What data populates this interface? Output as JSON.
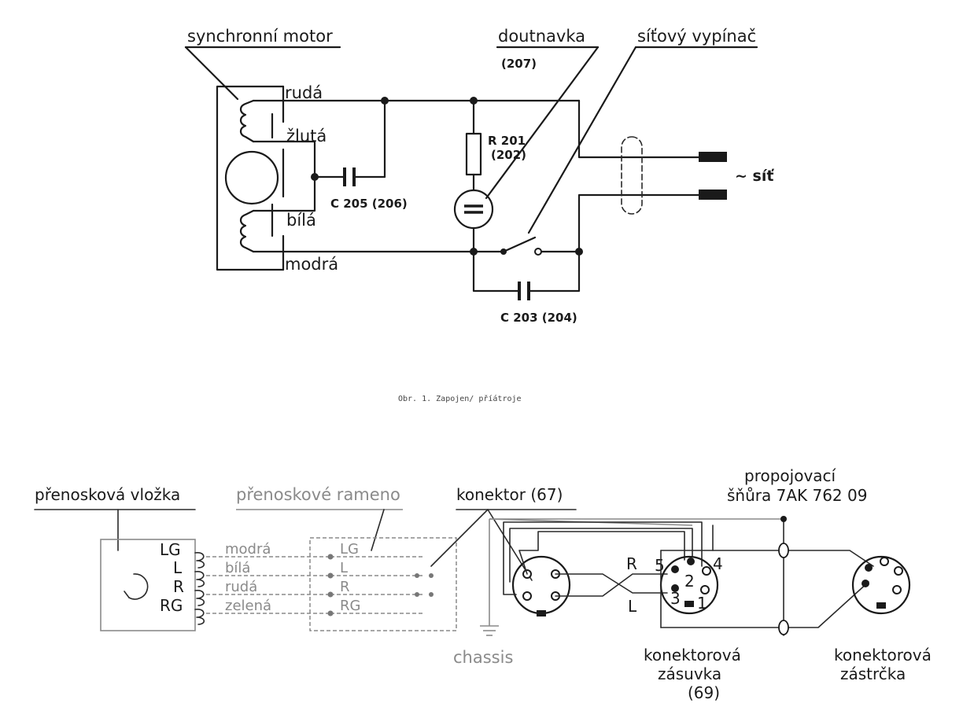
{
  "top": {
    "synchronni_motor": "synchronní motor",
    "doutnavka": "doutnavka",
    "doutnavka_ref": "(207)",
    "sitovy_vypinac": "síťový vypínač",
    "ruda": "rudá",
    "zluta": "žlutá",
    "bila": "bílá",
    "modra": "modrá",
    "c205": "C 205 (206)",
    "r201": "R 201",
    "r201_ref": "(202)",
    "c203": "C 203 (204)",
    "sit": "~ síť"
  },
  "caption": "Obr. 1. Zapojen/ příátroje",
  "bottom": {
    "prenoskova_vlozka": "přenosková vložka",
    "prenoskove_rameno": "přenoskové rameno",
    "konektor": "konektor (67)",
    "propojovaci_1": "propojovací",
    "propojovaci_2": "šňůra 7AK 762 09",
    "pin_lg": "LG",
    "pin_l": "L",
    "pin_r": "R",
    "pin_rg": "RG",
    "wire_modra": "modrá",
    "wire_bila": "bílá",
    "wire_ruda": "rudá",
    "wire_zelena": "zelená",
    "arm_lg": "LG",
    "arm_l": "L",
    "arm_r": "R",
    "arm_rg": "RG",
    "cross_r": "R",
    "cross_l": "L",
    "pin5": "5",
    "pin2": "2",
    "pin4": "4",
    "pin3": "3",
    "pin1": "1",
    "chassis": "chassis",
    "zasuvka_1": "konektorová",
    "zasuvka_2": "zásuvka",
    "zasuvka_3": "(69)",
    "zastrcka_1": "konektorová",
    "zastrcka_2": "zástrčka"
  }
}
